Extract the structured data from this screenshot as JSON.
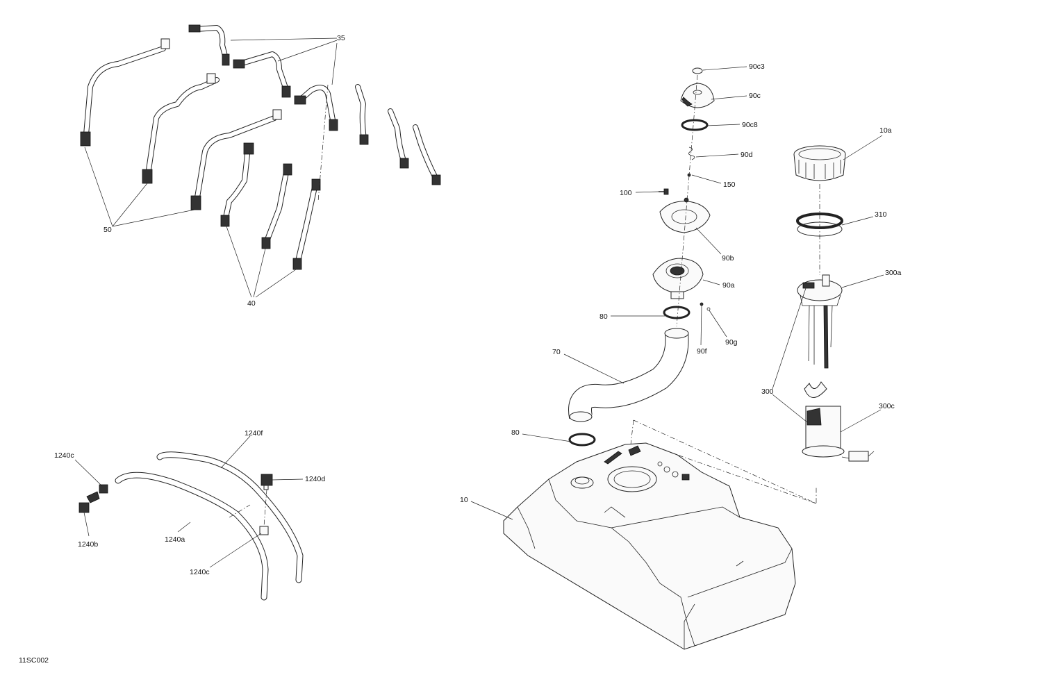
{
  "drawing_code": "11SC002",
  "callouts": [
    {
      "id": "35",
      "text": "35"
    },
    {
      "id": "50",
      "text": "50"
    },
    {
      "id": "40",
      "text": "40"
    },
    {
      "id": "90c3",
      "text": "90c3"
    },
    {
      "id": "90c",
      "text": "90c"
    },
    {
      "id": "90c8",
      "text": "90c8"
    },
    {
      "id": "90d",
      "text": "90d"
    },
    {
      "id": "150",
      "text": "150"
    },
    {
      "id": "100",
      "text": "100"
    },
    {
      "id": "90b",
      "text": "90b"
    },
    {
      "id": "90a",
      "text": "90a"
    },
    {
      "id": "80a",
      "text": "80"
    },
    {
      "id": "90f",
      "text": "90f"
    },
    {
      "id": "90g",
      "text": "90g"
    },
    {
      "id": "70",
      "text": "70"
    },
    {
      "id": "80b",
      "text": "80"
    },
    {
      "id": "10",
      "text": "10"
    },
    {
      "id": "10a",
      "text": "10a"
    },
    {
      "id": "310",
      "text": "310"
    },
    {
      "id": "300a",
      "text": "300a"
    },
    {
      "id": "300",
      "text": "300"
    },
    {
      "id": "300c",
      "text": "300c"
    },
    {
      "id": "1240f",
      "text": "1240f"
    },
    {
      "id": "1240c_top",
      "text": "1240c"
    },
    {
      "id": "1240d",
      "text": "1240d"
    },
    {
      "id": "1240b",
      "text": "1240b"
    },
    {
      "id": "1240a",
      "text": "1240a"
    },
    {
      "id": "1240c_bottom",
      "text": "1240c"
    }
  ]
}
